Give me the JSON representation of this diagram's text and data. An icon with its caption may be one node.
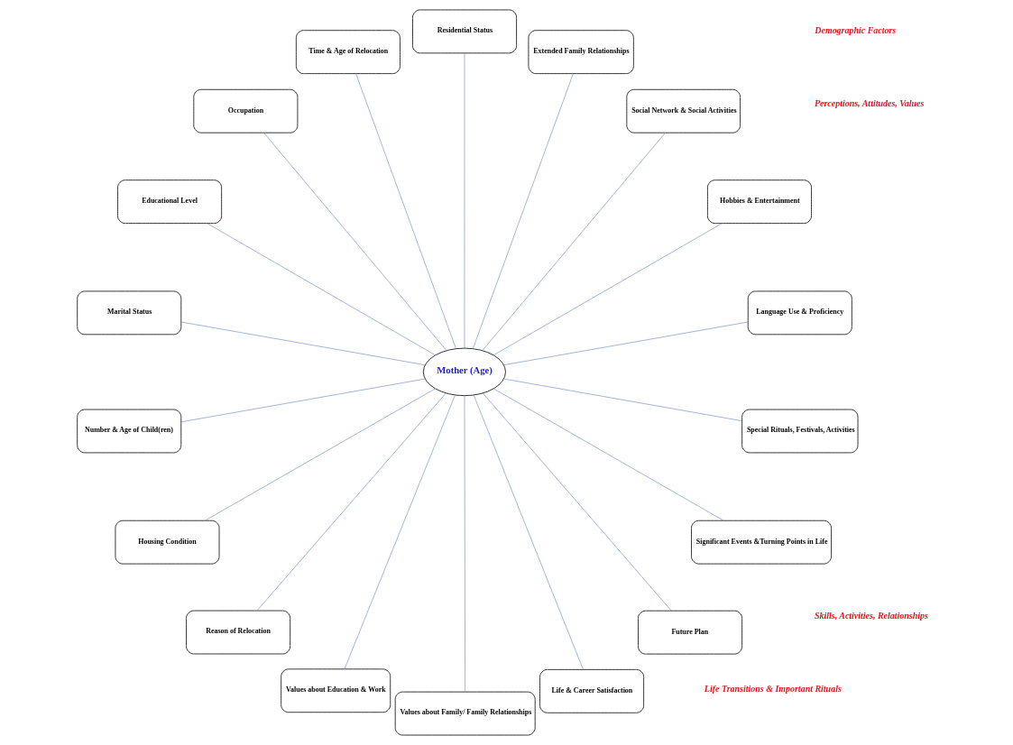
{
  "diagram": {
    "nodes": [
      {
        "text": [
          "Language Use & Proficiency"
        ]
      },
      {
        "text": [
          "Hobbies & Entertainment"
        ]
      },
      {
        "text": [
          "Social Network & Social Activities"
        ]
      },
      {
        "text": [
          "Extended Family Relationships"
        ]
      },
      {
        "text": [
          "Residential Status"
        ]
      },
      {
        "text": [
          "Time & Age of Relocation"
        ]
      },
      {
        "text": [
          "Occupation"
        ]
      },
      {
        "text": [
          "Educational Level"
        ]
      },
      {
        "text": [
          "Marital Status"
        ]
      },
      {
        "text": [
          "Number & Age of Child(ren)"
        ]
      },
      {
        "text": [
          "Housing Condition"
        ]
      },
      {
        "text": [
          "Mother (Age)"
        ]
      },
      {
        "text": [
          "Reason of Relocation"
        ]
      },
      {
        "text": [
          "Values about Education & Work"
        ]
      },
      {
        "text": [
          "Values about Family/ Family Relationships"
        ]
      },
      {
        "text": [
          "Life & Career Satisfaction"
        ]
      },
      {
        "text": [
          "Future Plan"
        ]
      },
      {
        "text": [
          "Significant Events &Turning Points in Life"
        ]
      },
      {
        "text": [
          "Special Rituals, Festivals, Activities"
        ]
      }
    ],
    "edges": [
      {
        "from": 11,
        "to": 0,
        "arrow": "none"
      },
      {
        "from": 11,
        "to": 1,
        "arrow": "none"
      },
      {
        "from": 11,
        "to": 2,
        "arrow": "none"
      },
      {
        "from": 11,
        "to": 3,
        "arrow": "none"
      },
      {
        "from": 11,
        "to": 4,
        "arrow": "none"
      },
      {
        "from": 11,
        "to": 5,
        "arrow": "none"
      },
      {
        "from": 11,
        "to": 6,
        "arrow": "none"
      },
      {
        "from": 11,
        "to": 7,
        "arrow": "none"
      },
      {
        "from": 11,
        "to": 8,
        "arrow": "none"
      },
      {
        "from": 11,
        "to": 9,
        "arrow": "none"
      },
      {
        "from": 11,
        "to": 10,
        "arrow": "none"
      },
      {
        "from": 11,
        "to": 12,
        "arrow": "none"
      },
      {
        "from": 11,
        "to": 13,
        "arrow": "none"
      },
      {
        "from": 11,
        "to": 14,
        "arrow": "none"
      },
      {
        "from": 11,
        "to": 15,
        "arrow": "none"
      },
      {
        "from": 11,
        "to": 16,
        "arrow": "none"
      },
      {
        "from": 11,
        "to": 17,
        "arrow": "none"
      },
      {
        "from": 11,
        "to": 18,
        "arrow": "none"
      }
    ],
    "labels": [
      "Skills, Activities, Relationships",
      "Demographic Factors",
      "Perceptions, Attitudes, Values",
      "Life Transitions & Important Rituals"
    ]
  }
}
